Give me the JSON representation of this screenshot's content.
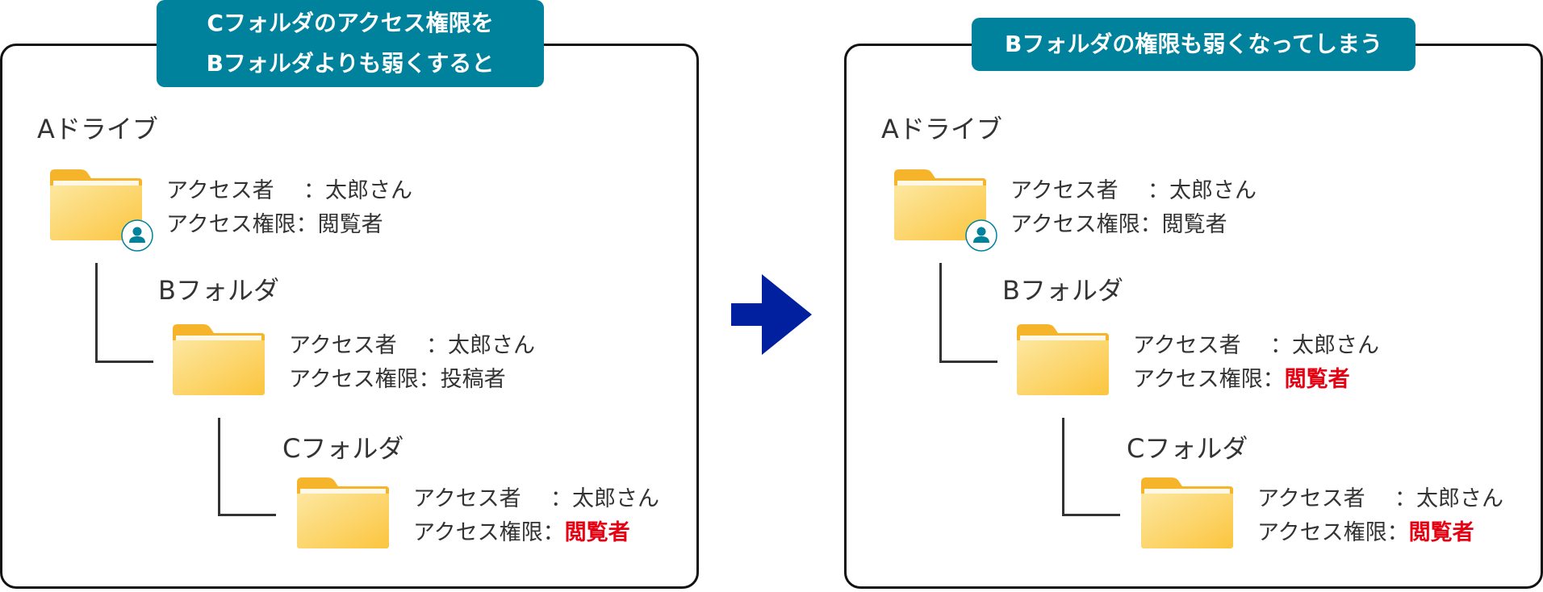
{
  "left": {
    "badge_line1": "Cフォルダのアクセス権限を",
    "badge_line2": "Bフォルダよりも弱くすると",
    "drive": "Aドライブ",
    "a": {
      "user_key": "アクセス者",
      "user_val": "：太郎さん",
      "perm_key": "アクセス権限",
      "perm_val": "：閲覧者"
    },
    "b": {
      "name": "Bフォルダ",
      "user_key": "アクセス者",
      "user_val": "：太郎さん",
      "perm_key": "アクセス権限",
      "perm_sep": "：",
      "perm_val": "投稿者"
    },
    "c": {
      "name": "Cフォルダ",
      "user_key": "アクセス者",
      "user_val": "：太郎さん",
      "perm_key": "アクセス権限",
      "perm_sep": "：",
      "perm_val": "閲覧者"
    }
  },
  "right": {
    "badge": "Bフォルダの権限も弱くなってしまう",
    "drive": "Aドライブ",
    "a": {
      "user_key": "アクセス者",
      "user_val": "：太郎さん",
      "perm_key": "アクセス権限",
      "perm_val": "：閲覧者"
    },
    "b": {
      "name": "Bフォルダ",
      "user_key": "アクセス者",
      "user_val": "：太郎さん",
      "perm_key": "アクセス権限",
      "perm_sep": "：",
      "perm_val": "閲覧者"
    },
    "c": {
      "name": "Cフォルダ",
      "user_key": "アクセス者",
      "user_val": "：太郎さん",
      "perm_key": "アクセス権限",
      "perm_sep": "：",
      "perm_val": "閲覧者"
    }
  },
  "colors": {
    "badge": "#00829c",
    "arrow": "#00209f",
    "highlight": "#e60012",
    "folder": "#fcc94a"
  }
}
